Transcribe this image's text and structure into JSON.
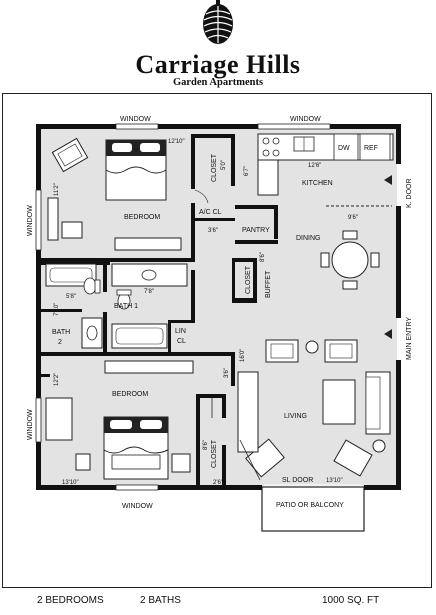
{
  "brand": {
    "name": "Carriage Hills",
    "subtitle": "Garden Apartments"
  },
  "plan": {
    "rooms": {
      "bedroom_top": "BEDROOM",
      "bedroom_bottom": "BEDROOM",
      "kitchen": "KITCHEN",
      "dining": "DINING",
      "living": "LIVING",
      "bath1": "BATH 1",
      "bath2_line1": "BATH",
      "bath2_line2": "2",
      "closet_top": "CLOSET",
      "closet_mid": "CLOSET",
      "closet_bottom": "CLOSET",
      "ac_cl": "A/C CL",
      "pantry": "PANTRY",
      "buffet": "BUFFET",
      "lin_cl_line1": "LIN",
      "lin_cl_line2": "CL",
      "patio": "PATIO OR BALCONY"
    },
    "labels": {
      "window_top_left": "WINDOW",
      "window_top_right": "WINDOW",
      "window_left_top": "WINDOW",
      "window_left_bottom": "WINDOW",
      "window_bottom": "WINDOW",
      "k_door": "K. DOOR",
      "main_entry": "MAIN ENTRY",
      "sl_door": "SL DOOR",
      "dw": "DW",
      "ref": "REF"
    },
    "dimensions": {
      "d1": "12'10\"",
      "d2": "11'2\"",
      "d3": "5'0\"",
      "d4": "6'7\"",
      "d5": "12'6\"",
      "d6": "9'6\"",
      "d7": "3'6\"",
      "d8": "8'6\"",
      "d9": "5'8\"",
      "d10": "7'8\"",
      "d11": "7'10\"",
      "d12": "12'2\"",
      "d13": "3'6\"",
      "d14": "16'0\"",
      "d15": "8'6\"",
      "d16": "13'10\"",
      "d17": "2'6\"",
      "d18": "13'10\""
    }
  },
  "footer": {
    "bedrooms": "2 BEDROOMS",
    "baths": "2 BATHS",
    "area": "1000 SQ. FT"
  }
}
